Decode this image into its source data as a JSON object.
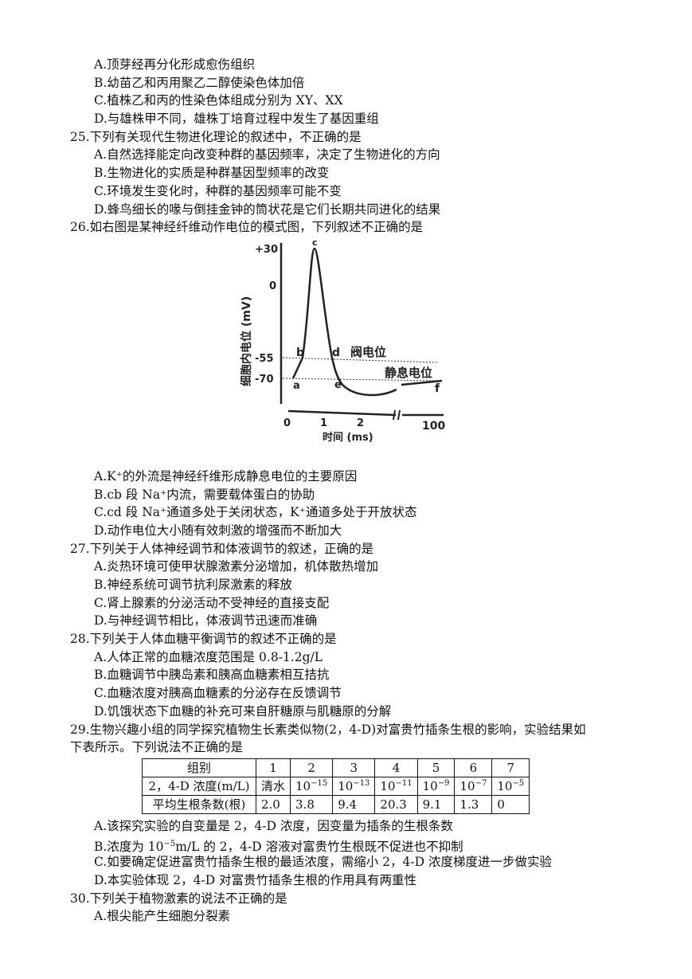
{
  "q24_options": [
    "A.顶芽经再分化形成愈伤组织",
    "B.幼苗乙和丙用聚乙二醇使染色体加倍",
    "C.植株乙和丙的性染色体组成分别为 XY、XX",
    "D.与雄株甲不同，雄株丁培育过程中发生了基因重组"
  ],
  "q25": {
    "stem": "25.下列有关现代生物进化理论的叙述中，不正确的是",
    "options": [
      "A.自然选择能定向改变种群的基因频率，决定了生物进化的方向",
      "B.生物进化的实质是种群基因型频率的改变",
      "C.环境发生变化时，种群的基因频率可能不变",
      "D.蜂鸟细长的喙与倒挂金钟的筒状花是它们长期共同进化的结果"
    ]
  },
  "q26": {
    "stem": "26.如右图是某神经纤维动作电位的模式图，下列叙述不正确的是",
    "figure": {
      "ylabel": "细胞内电位 (mV)",
      "yticks": [
        "+30",
        "0",
        "-55",
        "-70"
      ],
      "xlabel": "时间 (ms)",
      "xticks": [
        "0",
        "1",
        "2",
        "100"
      ],
      "points": [
        "a",
        "b",
        "c",
        "d",
        "e",
        "f"
      ],
      "threshold": "阀电位",
      "resting": "静息电位"
    },
    "options": [
      "A.K⁺的外流是神经纤维形成静息电位的主要原因",
      "B.cb 段 Na⁺内流，需要载体蛋白的协助",
      "C.cd 段 Na⁺通道多处于关闭状态，K⁺通道多处于开放状态",
      "D.动作电位大小随有效刺激的增强而不断加大"
    ]
  },
  "q27": {
    "stem": "27.下列关于人体神经调节和体液调节的叙述，正确的是",
    "options": [
      "A.炎热环境可使甲状腺激素分泌增加，机体散热增加",
      "B.神经系统可调节抗利尿激素的释放",
      "C.肾上腺素的分泌活动不受神经的直接支配",
      "D.与神经调节相比，体液调节迅速而准确"
    ]
  },
  "q28": {
    "stem": "28.下列关于人体血糖平衡调节的叙述不正确的是",
    "options": [
      "A.人体正常的血糖浓度范围是 0.8-1.2g/L",
      "B.血糖调节中胰岛素和胰高血糖素相互拮抗",
      "C.血糖浓度对胰高血糖素的分泌存在反馈调节",
      "D.饥饿状态下血糖的补充可来自肝糖原与肌糖原的分解"
    ]
  },
  "q29": {
    "stem1": "29.生物兴趣小组的同学探究植物生长素类似物(2，4-D)对富贵竹插条生根的影响，实验结果如",
    "stem2": "下表所示。下列说法不正确的是",
    "table": {
      "header": [
        "组别",
        "1",
        "2",
        "3",
        "4",
        "5",
        "6",
        "7"
      ],
      "conc_label": "2，4-D 浓度(m/L)",
      "conc_first": "清水",
      "conc_base": "10",
      "conc_exp": [
        "−15",
        "−13",
        "−11",
        "−9",
        "−7",
        "−5"
      ],
      "roots_label": "平均生根条数(根)",
      "roots": [
        "2.0",
        "3.8",
        "9.4",
        "20.3",
        "9.1",
        "1.3",
        "0"
      ]
    },
    "optA": "A.该探究实验的自变量是 2，4-D 浓度，因变量为插条的生根条数",
    "optB_pre": "B.浓度为 10",
    "optB_exp": "−5",
    "optB_post": "m/L 的 2，4-D 溶液对富贵竹生根既不促进也不抑制",
    "optC": "C.如要确定促进富贵竹插条生根的最适浓度，需缩小 2，4-D 浓度梯度进一步做实验",
    "optD": "D.本实验体现 2，4-D 对富贵竹插条生根的作用具有两重性"
  },
  "q30": {
    "stem": "30.下列关于植物激素的说法不正确的是",
    "options": [
      "A.根尖能产生细胞分裂素"
    ]
  }
}
